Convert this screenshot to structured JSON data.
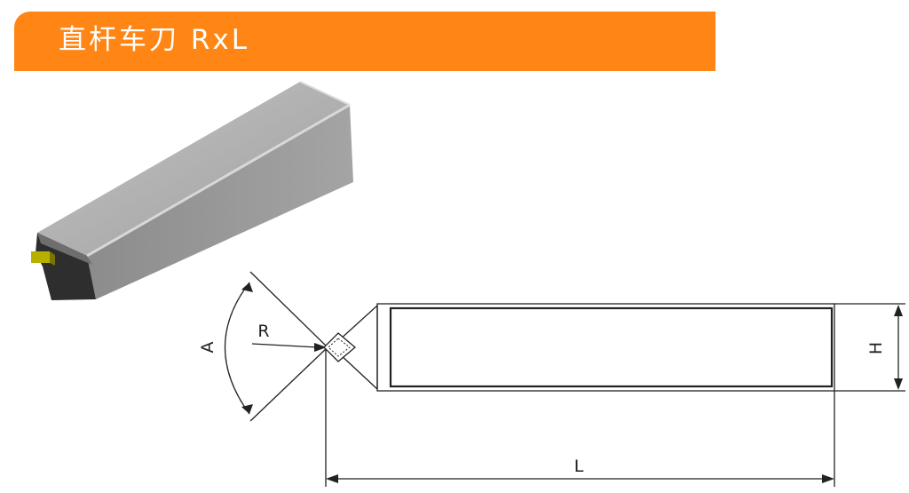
{
  "header": {
    "title": "直杆车刀 RxL"
  },
  "dimensions": {
    "angle_label": "A",
    "radius_label": "R",
    "height_label": "H",
    "length_label": "L"
  },
  "colors": {
    "banner": "#ff8614",
    "insert": "#b8b000"
  }
}
